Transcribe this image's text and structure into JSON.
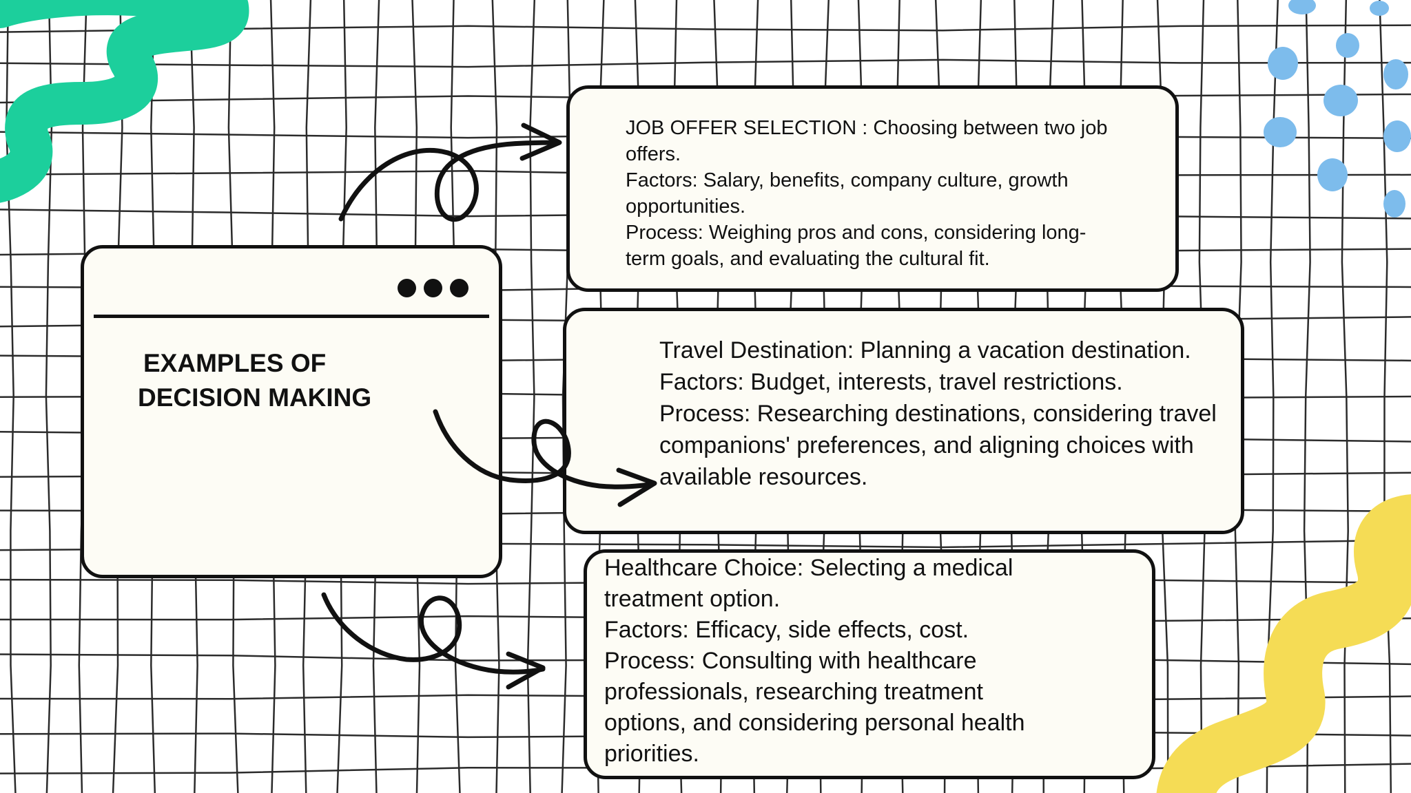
{
  "main": {
    "title_line1": "EXAMPLES OF",
    "title_line2": "DECISION MAKING"
  },
  "cards": {
    "job": [
      "JOB OFFER SELECTION : Choosing between two job",
      "offers.",
      "Factors: Salary, benefits, company culture, growth",
      "opportunities.",
      "Process: Weighing pros and cons, considering long-",
      "term goals, and evaluating the cultural fit."
    ],
    "travel": [
      "Travel Destination: Planning a vacation destination.",
      "Factors: Budget, interests, travel restrictions.",
      "Process: Researching destinations, considering travel",
      "companions' preferences, and aligning choices with",
      "available resources."
    ],
    "health": [
      "Healthcare Choice: Selecting a medical",
      "treatment option.",
      "Factors: Efficacy, side effects, cost.",
      "Process: Consulting with healthcare",
      "professionals, researching treatment",
      "options, and considering personal health",
      "priorities."
    ]
  },
  "colors": {
    "green_squiggle": "#1ccf9c",
    "blue_dots": "#7dbcec",
    "yellow_squiggle": "#f5dc55",
    "grid": "#2b2b2b",
    "card_fill": "#fdfcf5"
  }
}
